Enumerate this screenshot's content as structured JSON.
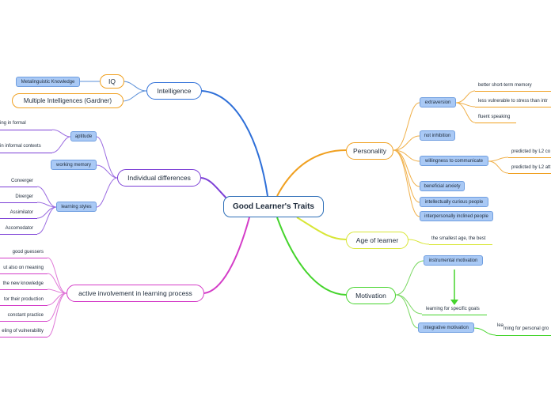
{
  "central": "Good Learner's Traits",
  "intelligence": {
    "title": "Intelligence",
    "iq": "IQ",
    "metalinguistic": "Metalinguistic Knowledge",
    "multiple": "Multiple Intelligences (Gardner)"
  },
  "individual": {
    "title": "Individual differences",
    "aptitude": "aptitude",
    "aptitude_items": [
      "ing in formal",
      "in informal contexts"
    ],
    "working_memory": "working memory",
    "learning_styles": "learning styles",
    "styles": [
      "Converger",
      "Diverger",
      "Assimilator",
      "Accomodator"
    ]
  },
  "active": {
    "title": "active involvement in learning process",
    "items": [
      "good guessers",
      "ut also on meaning",
      "the new knowledge",
      "tor their production",
      "constant practice",
      "eling of vulnerability"
    ]
  },
  "personality": {
    "title": "Personality",
    "extraversion": "extraversion",
    "extraversion_items": [
      "better short-term memory",
      "less vulnerable to stress than intr",
      "fluent speaking"
    ],
    "not_inhibition": "not inhibition",
    "willingness": "willingness to communicate",
    "willingness_items": [
      "predicted by L2 co",
      "predicted by L2 att"
    ],
    "beneficial_anxiety": "beneficial anxiety",
    "curious": "intellectually curious people",
    "interpersonal": "interpersonally inclined people"
  },
  "age": {
    "title": "Age of learner",
    "item": "the smallest age, the best"
  },
  "motivation": {
    "title": "Motivation",
    "instrumental": "instrumental motivation",
    "specific_goals": "learning for specific goals",
    "integrative": "integrative motivation",
    "personal_lead": "lea",
    "personal": "rning for personal gro"
  }
}
